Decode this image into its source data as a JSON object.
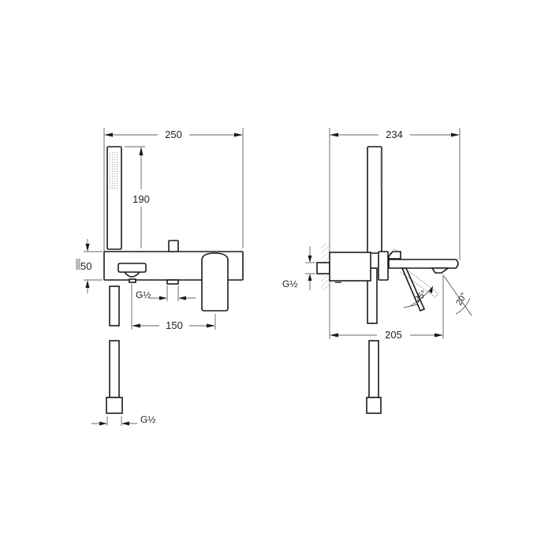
{
  "drawing": {
    "subject": "Wall-mounted bath/shower mixer with hand shower",
    "line_color": "#1a1a1a",
    "background": "#ffffff",
    "front_view": {
      "overall_width": "250",
      "hand_shower_height": "190",
      "body_height": "50",
      "spout_to_lever": "150",
      "thread_body": "G½",
      "thread_hose": "G½"
    },
    "side_view": {
      "overall_depth": "234",
      "spout_projection": "205",
      "thread_inlet": "G½",
      "lever_angle": "25°",
      "spout_angle": "20°"
    }
  }
}
